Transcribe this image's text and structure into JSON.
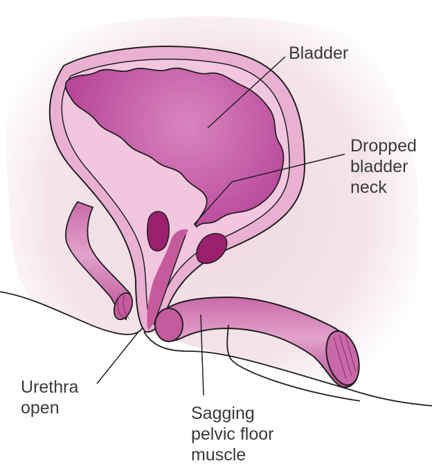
{
  "labels": {
    "bladder": "Bladder",
    "bladder_neck": [
      "Dropped",
      "bladder",
      "neck"
    ],
    "urethra": [
      "Urethra",
      "open"
    ],
    "pelvic_floor": [
      "Sagging",
      "pelvic floor",
      "muscle"
    ]
  },
  "colors": {
    "background_glow": "#f0dde4",
    "bladder_wall": "#e9a9d0",
    "bladder_wall_light": "#f1c6df",
    "bladder_lumen": "#c1549d",
    "muscle": "#c55a9c",
    "muscle_light": "#d685b8",
    "dark_tissue": "#9a1f6f",
    "outline": "#1f1f1f"
  }
}
